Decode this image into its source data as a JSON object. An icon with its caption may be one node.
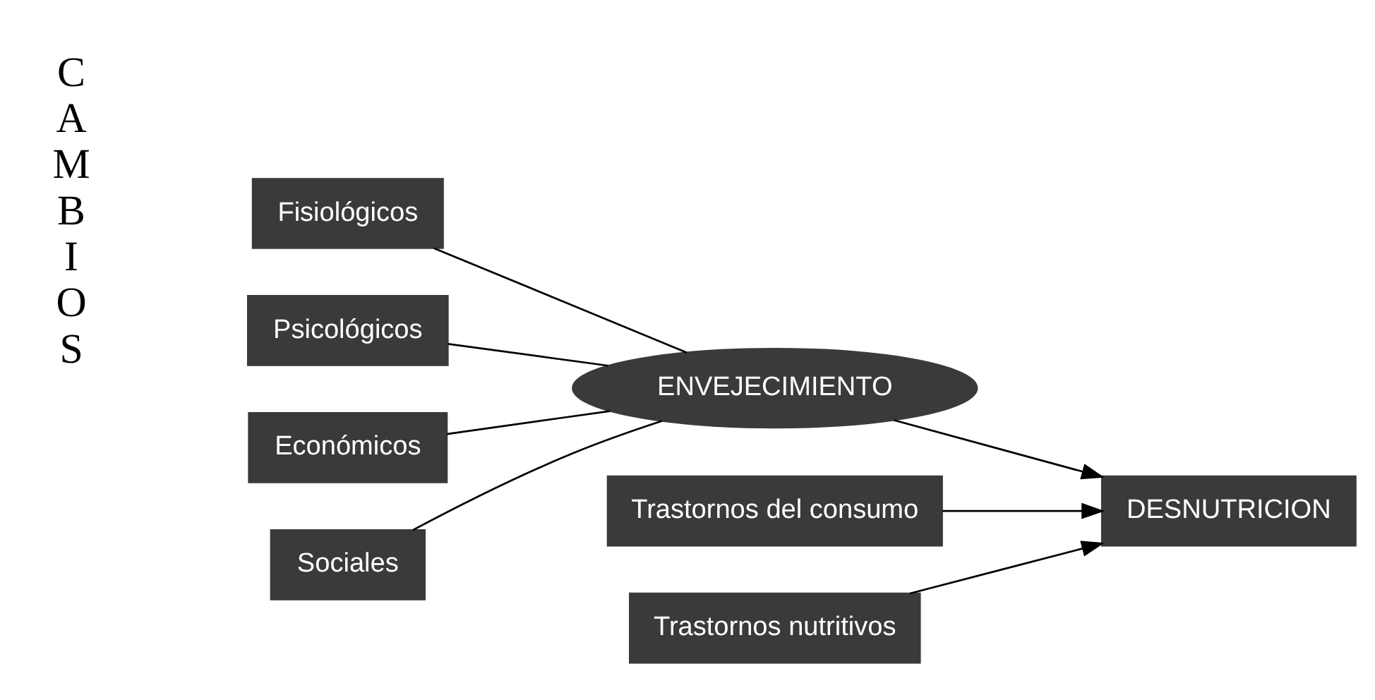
{
  "diagram": {
    "nodes": [
      {
        "text": [
          "Fisiológicos"
        ]
      },
      {
        "text": [
          "Psicológicos"
        ]
      },
      {
        "text": [
          "Económicos"
        ]
      },
      {
        "text": [
          "Sociales"
        ]
      },
      {
        "text": [
          "ENVEJECIMIENTO"
        ]
      },
      {
        "text": [
          "Trastornos del consumo"
        ]
      },
      {
        "text": [
          "Trastornos nutritivos"
        ]
      },
      {
        "text": [
          "DESNUTRICION"
        ]
      }
    ],
    "edges": [
      {
        "from": 0,
        "to": 4,
        "arrow": "none"
      },
      {
        "from": 1,
        "to": 4,
        "arrow": "none"
      },
      {
        "from": 2,
        "to": 4,
        "arrow": "none"
      },
      {
        "from": 3,
        "to": 4,
        "arrow": "none"
      },
      {
        "from": 4,
        "to": 7,
        "arrow": "to"
      },
      {
        "from": 5,
        "to": 7,
        "arrow": "to"
      },
      {
        "from": 6,
        "to": 7,
        "arrow": "to"
      }
    ],
    "labels": [
      "CAMBIOS"
    ]
  }
}
